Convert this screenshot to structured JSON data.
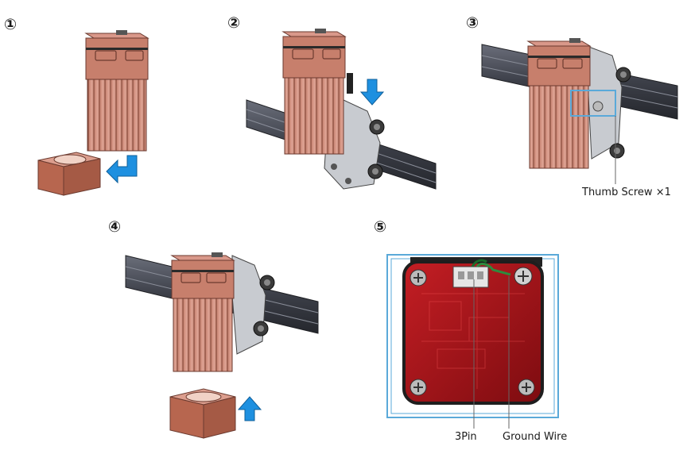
{
  "steps": [
    {
      "number": "①"
    },
    {
      "number": "②"
    },
    {
      "number": "③",
      "callout": "Thumb Screw ×1"
    },
    {
      "number": "④"
    },
    {
      "number": "⑤",
      "callouts": [
        "3Pin",
        "Ground Wire"
      ]
    }
  ],
  "colors": {
    "copper": "#c77f6c",
    "copper_dark": "#a65c48",
    "copper_light": "#dfa392",
    "rail": "#4a4d58",
    "rail_dark": "#2b2d33",
    "arrow_blue": "#1e90e0",
    "highlight_blue": "#5aa9d9",
    "board_red": "#b3141b"
  }
}
